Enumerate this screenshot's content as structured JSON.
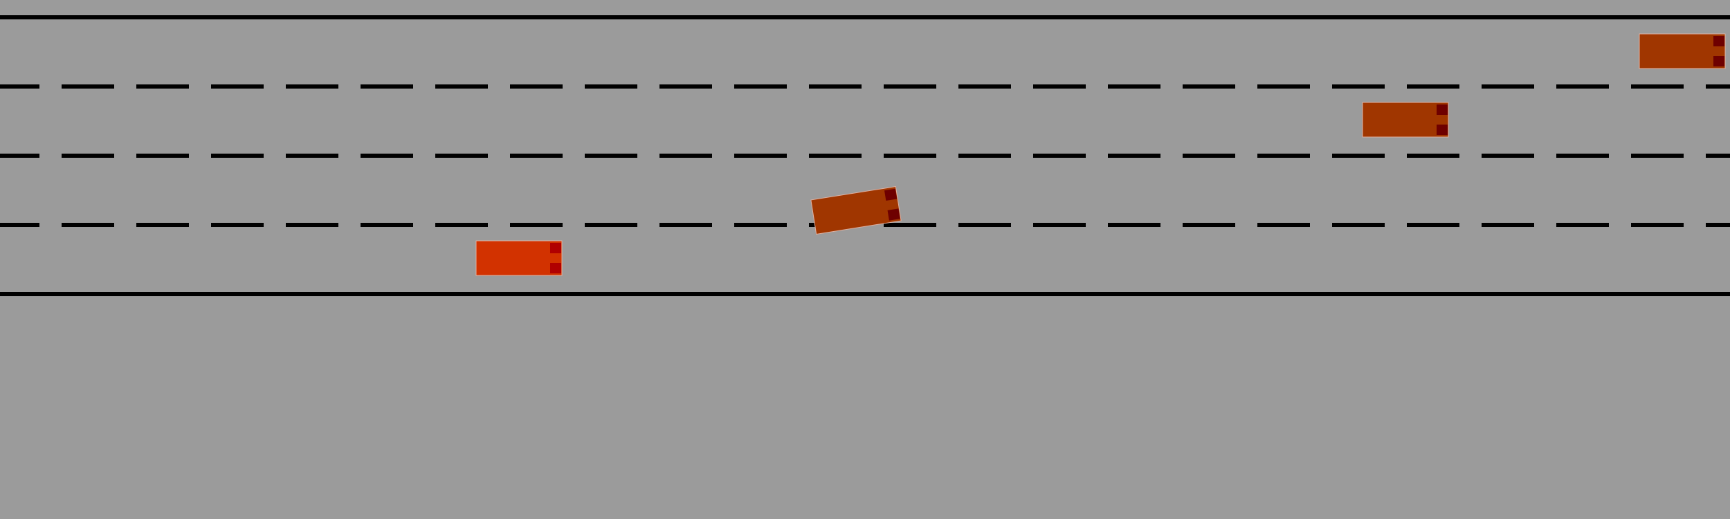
{
  "scene": {
    "view": "highway-top-down",
    "lane_count": 4,
    "colors": {
      "background": "#9b9b9b",
      "lane_line": "#000000",
      "ego_vehicle": "#d23200",
      "other_vehicle": "#a03600",
      "ego_light": "#b00000",
      "other_light": "#6e0000",
      "vehicle_outline": "#e0b0a0"
    },
    "vehicles": [
      {
        "role": "ego",
        "name": "ego-vehicle"
      },
      {
        "role": "other",
        "name": "vehicle-lane-3-turning"
      },
      {
        "role": "other",
        "name": "vehicle-lane-2"
      },
      {
        "role": "other",
        "name": "vehicle-lane-1"
      }
    ]
  }
}
